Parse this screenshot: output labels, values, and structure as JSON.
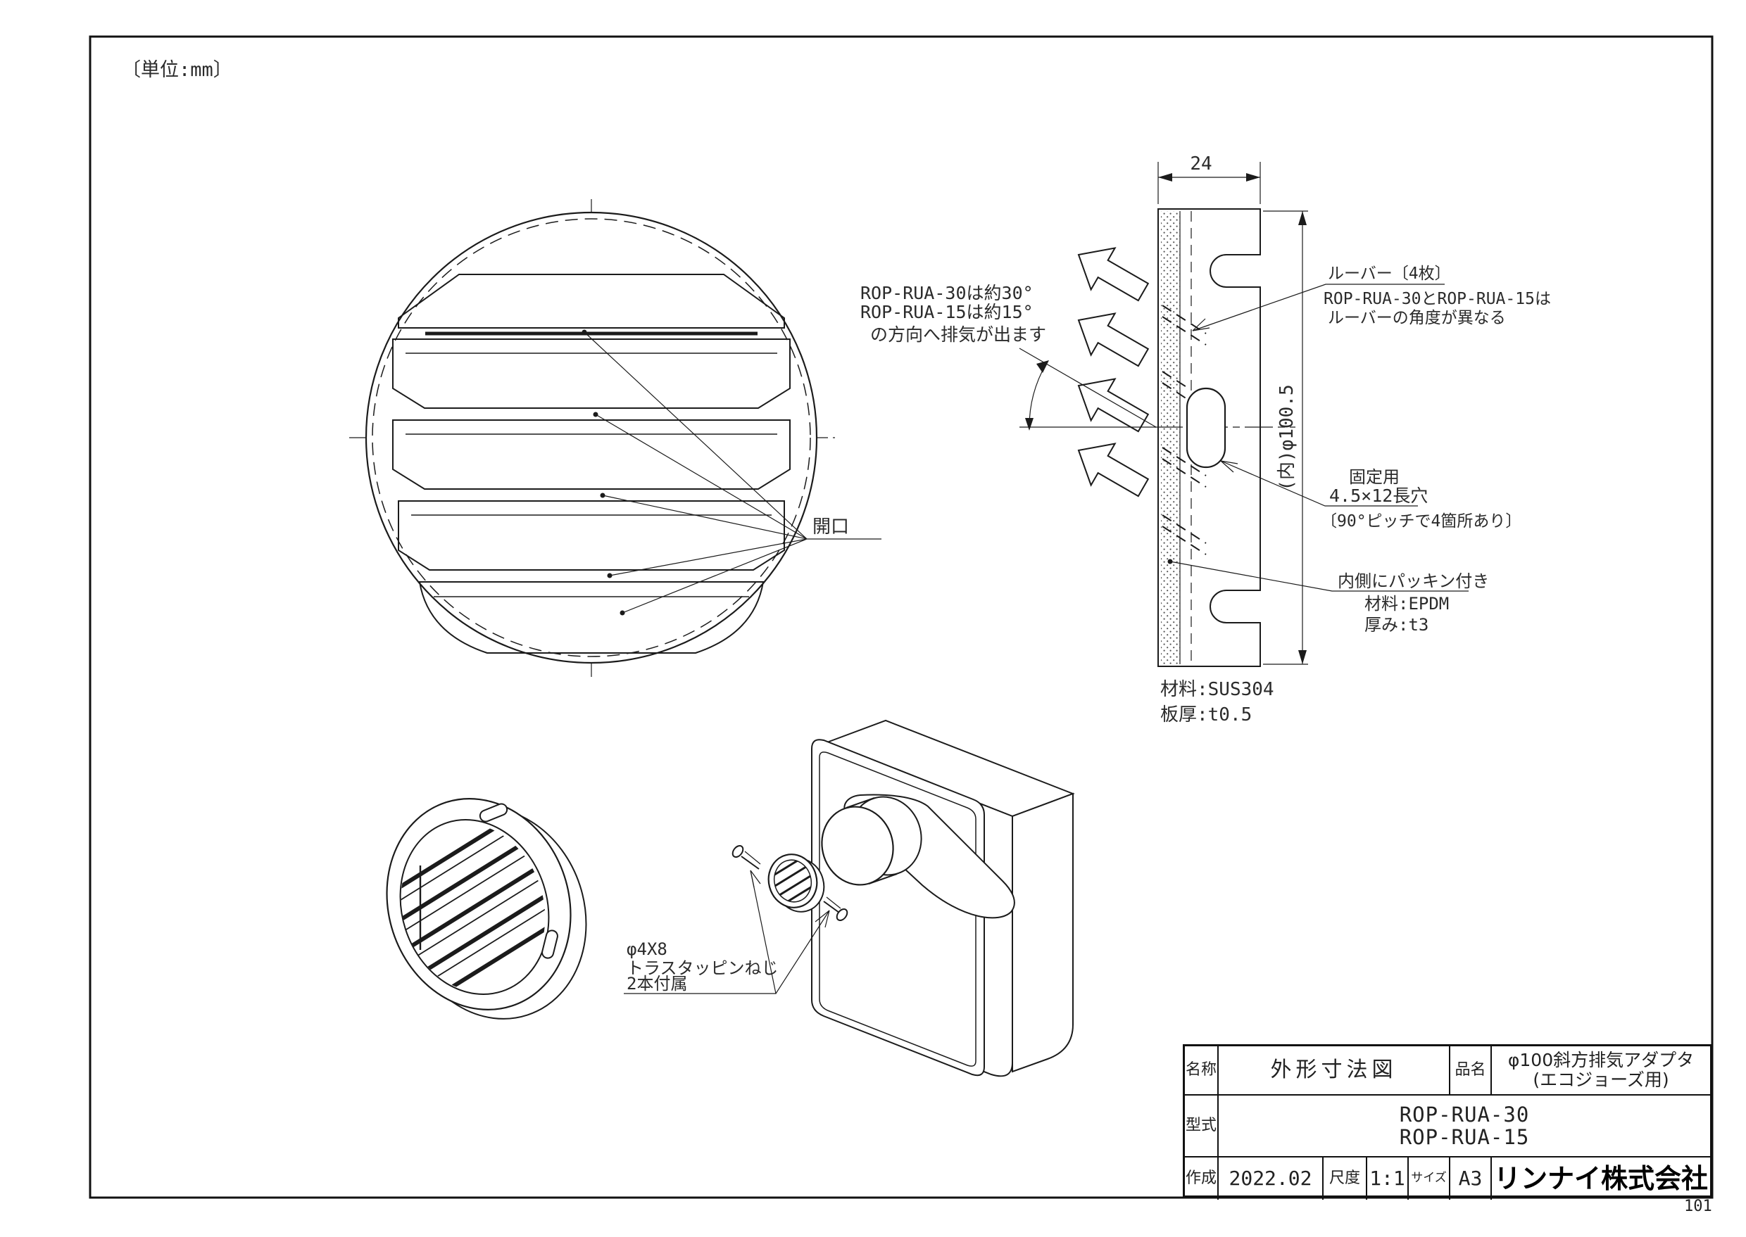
{
  "page": {
    "units_note": "〔単位:mm〕",
    "page_number": "101"
  },
  "colors": {
    "ink": "#1b1b1b",
    "paper": "#ffffff"
  },
  "front_view": {
    "opening_label": "開口"
  },
  "side_view": {
    "width_dim": "24",
    "inner_dia_dim": "(内)φ100.5",
    "material_line1": "材料:SUS304",
    "material_line2": "板厚:t0.5"
  },
  "notes": {
    "exhaust": {
      "line1": "ROP-RUA-30は約30°",
      "line2": "ROP-RUA-15は約15°",
      "line3": "の方向へ排気が出ます"
    },
    "louver": {
      "title": "ルーバー〔4枚〕",
      "line1": "ROP-RUA-30とROP-RUA-15は",
      "line2": "ルーバーの角度が異なる"
    },
    "hole": {
      "line1": "固定用",
      "line2": "4.5×12長穴",
      "line3": "〔90°ピッチで4箇所あり〕"
    },
    "packing": {
      "title": "内側にパッキン付き",
      "line1": "材料:EPDM",
      "line2": "厚み:t3"
    },
    "screw": {
      "line1": "φ4X8",
      "line2": "トラスタッピンねじ",
      "line3": "2本付属"
    }
  },
  "title_block": {
    "name_label": "名称",
    "name_value": "外形寸法図",
    "product_label": "品名",
    "product_line1": "φ100斜方排気アダプタ",
    "product_line2": "(エコジョーズ用)",
    "model_label": "型式",
    "model_line1": "ROP-RUA-30",
    "model_line2": "ROP-RUA-15",
    "created_label": "作成",
    "created_value": "2022.02",
    "scale_label": "尺度",
    "scale_value": "1:1",
    "size_label": "サイズ",
    "size_value": "A3",
    "company": "リンナイ株式会社"
  }
}
